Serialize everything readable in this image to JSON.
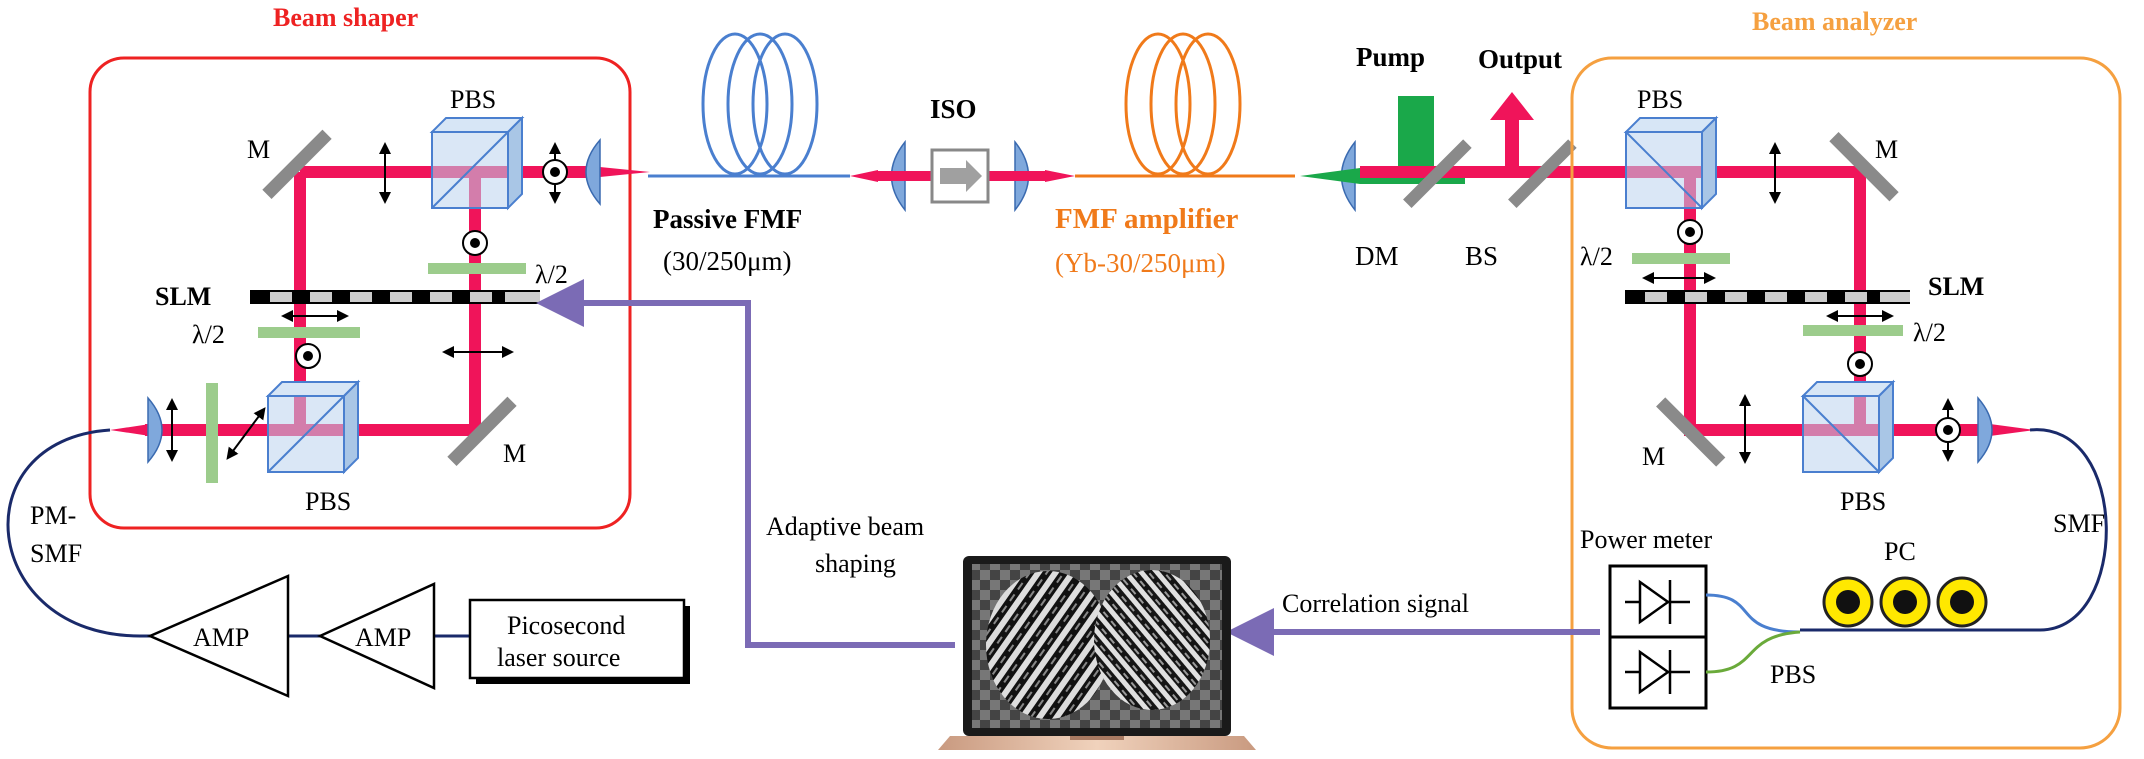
{
  "beam_shaper": {
    "title": "Beam shaper",
    "pbs_top": "PBS",
    "pbs_bottom": "PBS",
    "mirror_top": "M",
    "mirror_bottom": "M",
    "slm": "SLM",
    "hwp_right": "λ/2",
    "hwp_left": "λ/2"
  },
  "fiber_path": {
    "passive_fmf": "Passive FMF",
    "passive_fmf_spec": "(30/250μm)",
    "iso": "ISO",
    "fmf_amplifier": "FMF amplifier",
    "fmf_amplifier_spec": "(Yb-30/250μm)",
    "pump": "Pump",
    "output": "Output",
    "dm": "DM",
    "bs": "BS"
  },
  "beam_analyzer": {
    "title": "Beam analyzer",
    "pbs_top": "PBS",
    "pbs_bottom": "PBS",
    "pbs_detector": "PBS",
    "mirror_top": "M",
    "mirror_bottom": "M",
    "slm": "SLM",
    "hwp_left": "λ/2",
    "hwp_right": "λ/2",
    "smf": "SMF",
    "power_meter": "Power meter",
    "pc": "PC"
  },
  "source_chain": {
    "pm_smf_line1": "PM-",
    "pm_smf_line2": "SMF",
    "amp1": "AMP",
    "amp2": "AMP",
    "laser_line1": "Picosecond",
    "laser_line2": "laser source"
  },
  "feedback": {
    "adaptive_line1": "Adaptive beam",
    "adaptive_line2": "shaping",
    "correlation": "Correlation signal"
  },
  "colors": {
    "beam": "#f0145a",
    "shaper_box": "#ee2222",
    "analyzer_box": "#f5a040",
    "passive_fiber": "#4a7fcf",
    "amp_fiber": "#f07a1a",
    "pump": "#1aa84a",
    "feedback_arrow": "#7b6bb5",
    "waveplate": "#9ccc8c",
    "lens": "#7fa8dc",
    "pbs": "#bcd4ee",
    "fiber_dark": "#1a2a6a"
  }
}
